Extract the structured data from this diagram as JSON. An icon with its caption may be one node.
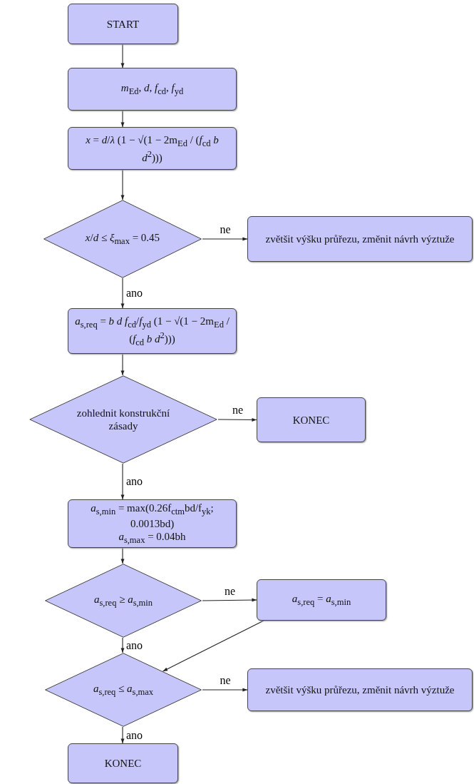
{
  "diagram": {
    "nodes": [
      {
        "text": [
          "START"
        ]
      },
      {
        "text": [
          "*m*$_{Ed}$, *d*, *f*$_{cd}$, *f*$_{yd}$"
        ]
      },
      {
        "text": [
          "*x* = *d*/*λ* (1 − √(1 − 2m$_{Ed}$ / (*f*$_{cd}$ *b d*$^{2}$)))"
        ]
      },
      {
        "text": [
          "*x*/*d* ≤ *ξ*$_{max}$ = 0.45"
        ]
      },
      {
        "text": [
          "zvětšit výšku průřezu, změnit návrh výztuže"
        ]
      },
      {
        "text": [
          "*a*$_{s,req}$ = *b d f*$_{cd}$/*f*$_{yd}$ (1 − √(1 − 2m$_{Ed}$ / (*f*$_{cd}$ *b d*$^{2}$)))"
        ]
      },
      {
        "text": [
          "zohlednit konstrukční zásady"
        ]
      },
      {
        "text": [
          "KONEC"
        ]
      },
      {
        "text": [
          "*a*$_{s,min}$ = max(0.26f$_{ctm}$bd/f$_{yk}$; 0.0013bd)",
          "*a*$_{s,max}$ = 0.04bh"
        ]
      },
      {
        "text": [
          "*a*$_{s,req}$ ≥ *a*$_{s,min}$"
        ]
      },
      {
        "text": [
          "*a*$_{s,req}$ = *a*$_{s,min}$"
        ]
      },
      {
        "text": [
          "*a*$_{s,req}$ ≤ *a*$_{s,max}$"
        ]
      },
      {
        "text": [
          "zvětšit výšku průřezu, změnit návrh výztuže"
        ]
      },
      {
        "text": [
          "KONEC"
        ]
      }
    ],
    "edges": [
      {
        "from": 0,
        "to": 1,
        "arrow": "to"
      },
      {
        "from": 1,
        "to": 2,
        "arrow": "to"
      },
      {
        "from": 2,
        "to": 3,
        "arrow": "to"
      },
      {
        "from": 3,
        "to": 4,
        "arrow": "to",
        "label": "ne"
      },
      {
        "from": 3,
        "to": 5,
        "arrow": "to",
        "label": "ano"
      },
      {
        "from": 5,
        "to": 6,
        "arrow": "to"
      },
      {
        "from": 6,
        "to": 7,
        "arrow": "to",
        "label": "ne"
      },
      {
        "from": 6,
        "to": 8,
        "arrow": "to",
        "label": "ano"
      },
      {
        "from": 8,
        "to": 9,
        "arrow": "to"
      },
      {
        "from": 9,
        "to": 10,
        "arrow": "to",
        "label": "ne"
      },
      {
        "from": 9,
        "to": 11,
        "arrow": "to",
        "label": "ano"
      },
      {
        "from": 10,
        "to": 11,
        "arrow": "to"
      },
      {
        "from": 11,
        "to": 12,
        "arrow": "to",
        "label": "ne"
      },
      {
        "from": 11,
        "to": 13,
        "arrow": "to",
        "label": "ano"
      }
    ]
  }
}
